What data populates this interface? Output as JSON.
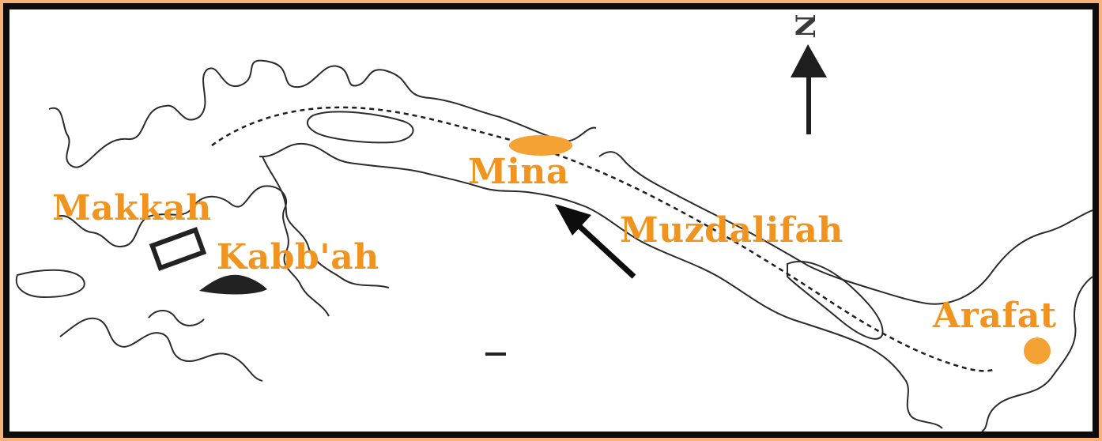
{
  "map": {
    "places": {
      "makkah": "Makkah",
      "kabbah": "Kabb'ah",
      "mina": "Mina",
      "muzdalifah": "Muzdalifah",
      "arafat": "Arafat"
    },
    "north_label": "N",
    "colors": {
      "label": "#f0941f",
      "marker": "#f4a234",
      "outline": "#2b2b2b",
      "frame": "#0c0c0c",
      "background_border": "#f7b27b"
    },
    "icons": [
      "north-arrow-icon",
      "pointer-arrow-icon",
      "kaaba-icon",
      "mina-marker-icon",
      "arafat-marker-icon"
    ]
  }
}
